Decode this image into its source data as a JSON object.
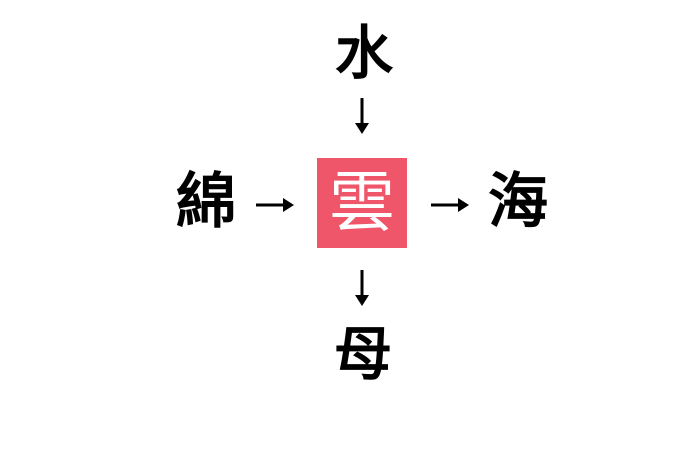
{
  "puzzle": {
    "top": "水",
    "left": "綿",
    "right": "海",
    "bottom": "母",
    "answer": "雲"
  },
  "colors": {
    "answer_box": "#F0566A",
    "answer_text": "#FFFFFF",
    "text": "#000000",
    "background": "#FFFFFF"
  },
  "arrows": {
    "top_to_center": "arrow-down",
    "center_to_bottom": "arrow-down",
    "left_to_center": "arrow-right",
    "center_to_right": "arrow-right"
  }
}
